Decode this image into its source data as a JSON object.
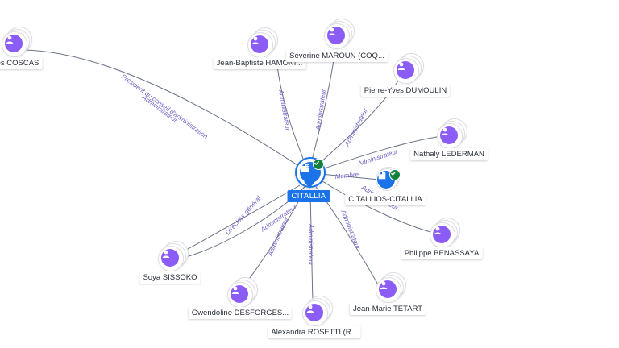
{
  "main_company": {
    "name": "CITALLIA",
    "icon": "building-icon",
    "verified_icon": "check-badge-icon",
    "color": "#1a73e8"
  },
  "nodes": [
    {
      "id": "coscas",
      "label": "es COSCAS",
      "kind": "person",
      "icon": "person-icon"
    },
    {
      "id": "hamoni",
      "label": "Jean-Baptiste HAMONI...",
      "kind": "person",
      "icon": "person-icon"
    },
    {
      "id": "maroun",
      "label": "Séverine MAROUN (COQ...",
      "kind": "person",
      "icon": "person-icon"
    },
    {
      "id": "dumoulin",
      "label": "Pierre-Yves DUMOULIN",
      "kind": "person",
      "icon": "person-icon"
    },
    {
      "id": "lederman",
      "label": "Nathaly LEDERMAN",
      "kind": "person",
      "icon": "person-icon"
    },
    {
      "id": "citallios",
      "label": "CITALLIOS-CITALLIA",
      "kind": "company",
      "icon": "building-icon"
    },
    {
      "id": "benassaya",
      "label": "Philippe BENASSAYA",
      "kind": "person",
      "icon": "person-icon"
    },
    {
      "id": "tetart",
      "label": "Jean-Marie TETART",
      "kind": "person",
      "icon": "person-icon"
    },
    {
      "id": "rosetti",
      "label": "Alexandra ROSETTI (R...",
      "kind": "person",
      "icon": "person-icon"
    },
    {
      "id": "desforges",
      "label": "Gwendoline DESFORGES...",
      "kind": "person",
      "icon": "person-icon"
    },
    {
      "id": "sissoko",
      "label": "Soya SISSOKO",
      "kind": "person",
      "icon": "person-icon"
    }
  ],
  "edges": [
    {
      "to": "coscas",
      "labels": [
        "Président du conseil d'administration",
        "Administrateur"
      ]
    },
    {
      "to": "hamoni",
      "labels": [
        "Administrateur"
      ]
    },
    {
      "to": "maroun",
      "labels": [
        "Administrateur"
      ]
    },
    {
      "to": "dumoulin",
      "labels": [
        "Administrateur"
      ]
    },
    {
      "to": "lederman",
      "labels": [
        "Administrateur"
      ]
    },
    {
      "to": "citallios",
      "labels": [
        "Membre"
      ]
    },
    {
      "to": "benassaya",
      "labels": [
        "Administrateur"
      ]
    },
    {
      "to": "tetart",
      "labels": [
        "Administrateur"
      ]
    },
    {
      "to": "rosetti",
      "labels": [
        "Administrateur"
      ]
    },
    {
      "to": "desforges",
      "labels": [
        "Administrateur"
      ]
    },
    {
      "to": "sissoko",
      "labels": [
        "Directeur général",
        "Administrateur"
      ]
    }
  ],
  "colors": {
    "person_avatar": "#8b5cf6",
    "company": "#1a73e8",
    "verified": "#15803d",
    "edge": "#6b7387",
    "edge_label": "#6b5fc7"
  }
}
